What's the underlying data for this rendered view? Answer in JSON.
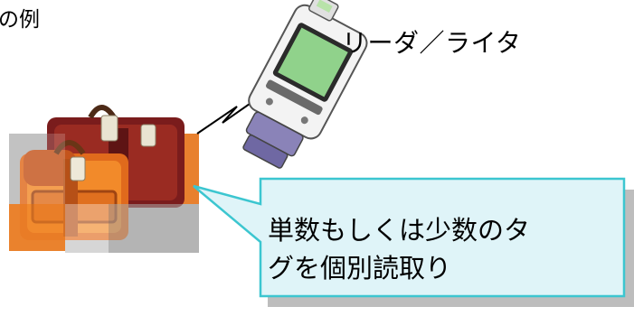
{
  "texts": {
    "example_caption": "の例",
    "reader_writer": "リーダ／ライタ",
    "callout": "単数もしくは少数のタ\nグを個別読取り"
  },
  "colors": {
    "callout_fill": "#dff4f8",
    "callout_border": "#3cc6d0",
    "callout_shadow": "#b8b8b8",
    "tile_gray": "#b7b7b7",
    "tile_orange": "#e87a26",
    "tile_green": "#cfe5cf",
    "suitcase_red": "#8c1f1f",
    "suitcase_orange": "#e8781e",
    "reader_screen": "#8fd08a",
    "reader_body": "#efefef",
    "reader_base": "#8078b0"
  },
  "icons": [
    "suitcases-illustration",
    "handheld-reader-illustration",
    "wireless-signal-icon"
  ]
}
